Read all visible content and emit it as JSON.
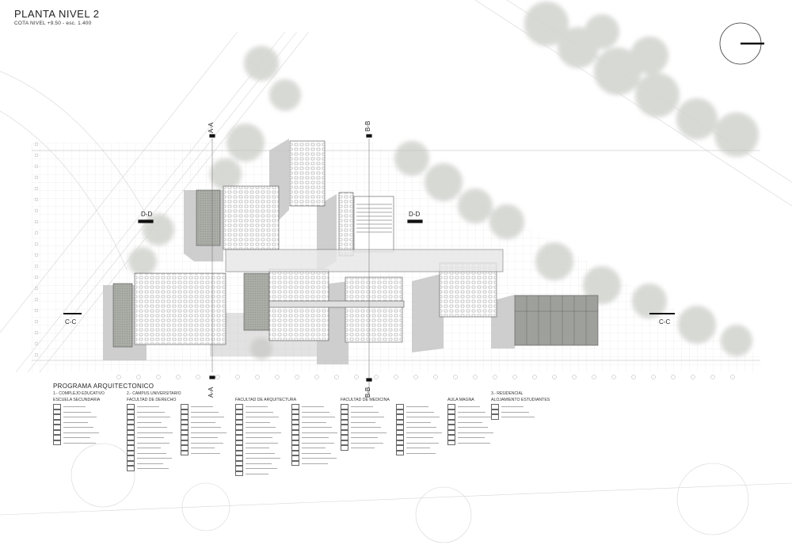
{
  "title": "PLANTA NIVEL 2",
  "subtitle": "COTA NIVEL +9.50 - esc. 1.400",
  "cuts": {
    "aa": "A-A",
    "bb": "B-B",
    "cc": "C-C",
    "dd": "D-D"
  },
  "program_title": "PROGRAMA ARQUITECTONICO",
  "groups": [
    {
      "heading": "1.- COMPLEJO EDUCATIVO",
      "sub": "ESCUELA SECUNDARIA",
      "items": 8
    },
    {
      "heading": "2.- CAMPUS UNIVERSITARIO",
      "sub": "FACULTAD DE DERECHO",
      "items": 13
    },
    {
      "heading": "",
      "sub": "",
      "items": 10
    },
    {
      "heading": "",
      "sub": "FACULTAD DE ARQUITECTURA",
      "items": 14
    },
    {
      "heading": "",
      "sub": "",
      "items": 12
    },
    {
      "heading": "",
      "sub": "FACULTAD DE MEDICINA",
      "items": 9
    },
    {
      "heading": "",
      "sub": "",
      "items": 10
    },
    {
      "heading": "",
      "sub": "AULA MAGNA",
      "items": 8
    },
    {
      "heading": "3.- RESIDENCIAL",
      "sub": "ALOJAMIENTO ESTUDIANTES",
      "items": 3
    }
  ],
  "colors": {
    "shadow": "#c8c8c8",
    "tree": "#d2d4cf",
    "grid": "#bcbcbc",
    "line": "#555555"
  }
}
